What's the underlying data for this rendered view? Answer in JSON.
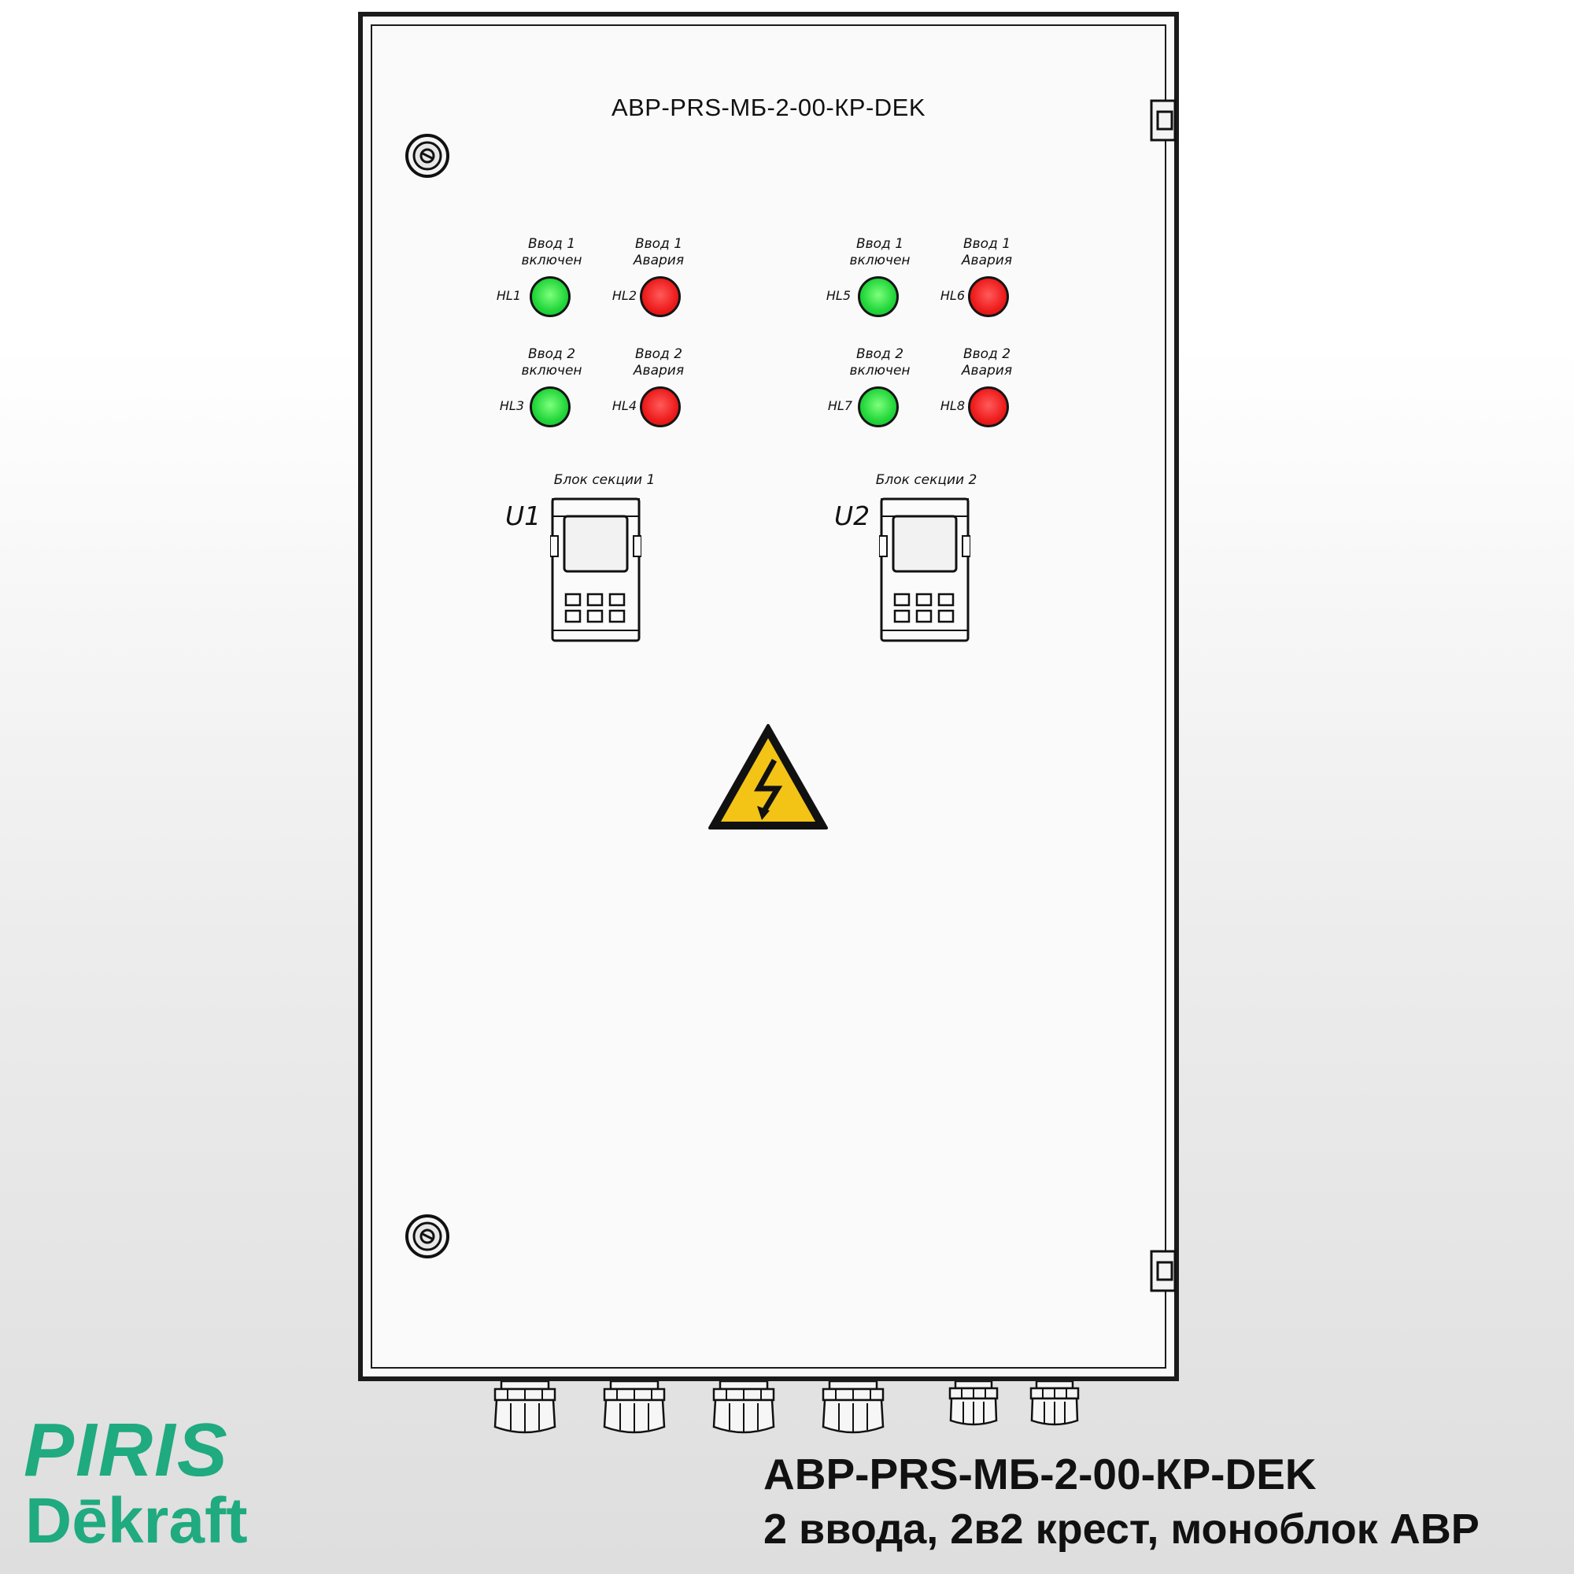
{
  "cabinet": {
    "title": "АВР-PRS-МБ-2-00-КР-DEK"
  },
  "lamps": [
    {
      "code": "HL1",
      "line1": "Ввод 1",
      "line2": "включен",
      "color": "#22d63a"
    },
    {
      "code": "HL2",
      "line1": "Ввод 1",
      "line2": "Авария",
      "color": "#ee1c1c"
    },
    {
      "code": "HL3",
      "line1": "Ввод 2",
      "line2": "включен",
      "color": "#22d63a"
    },
    {
      "code": "HL4",
      "line1": "Ввод 2",
      "line2": "Авария",
      "color": "#ee1c1c"
    },
    {
      "code": "HL5",
      "line1": "Ввод 1",
      "line2": "включен",
      "color": "#22d63a"
    },
    {
      "code": "HL6",
      "line1": "Ввод 1",
      "line2": "Авария",
      "color": "#ee1c1c"
    },
    {
      "code": "HL7",
      "line1": "Ввод 2",
      "line2": "включен",
      "color": "#22d63a"
    },
    {
      "code": "HL8",
      "line1": "Ввод 2",
      "line2": "Авария",
      "color": "#ee1c1c"
    }
  ],
  "units": [
    {
      "code": "U1",
      "label": "Блок секции 1"
    },
    {
      "code": "U2",
      "label": "Блок секции 2"
    }
  ],
  "warning_icon": "high-voltage-warning-icon",
  "logo": {
    "line1": "PIRIS",
    "line2": "Dēkraft",
    "color": "#1faa7f"
  },
  "caption": {
    "line1": "АВР-PRS-МБ-2-00-КР-DEK",
    "line2": "2 ввода, 2в2 крест, моноблок АВР"
  }
}
